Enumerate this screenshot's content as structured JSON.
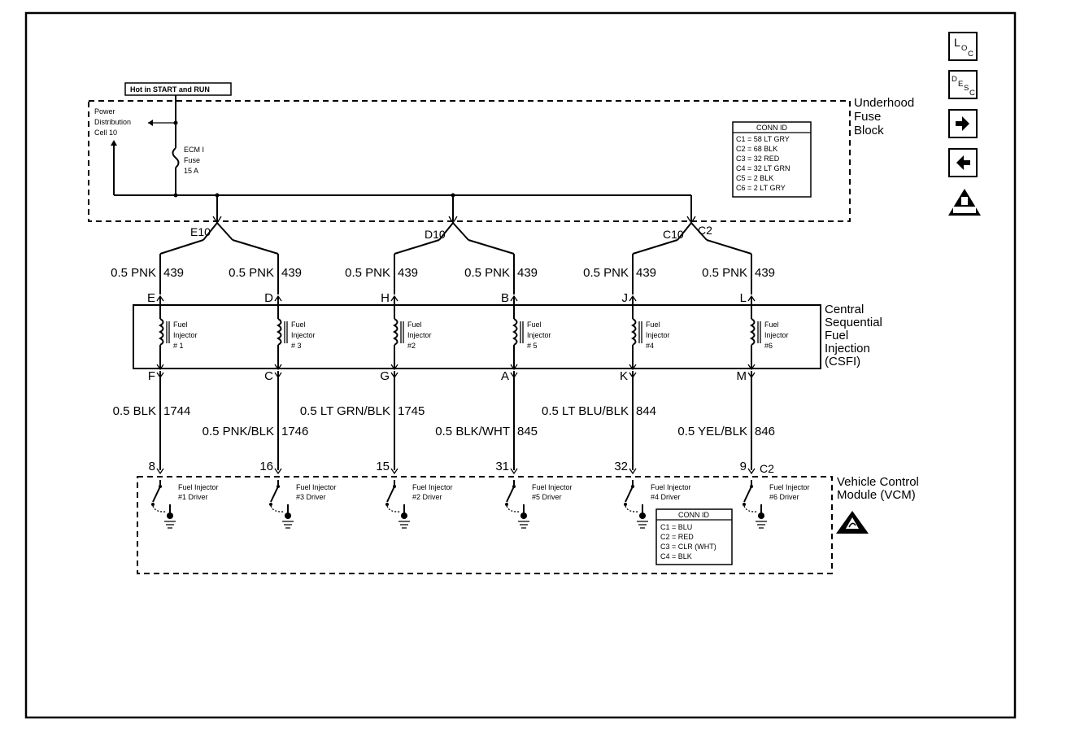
{
  "power": {
    "hot_label": "Hot in START and RUN",
    "distribution_lines": [
      "Power",
      "Distribution",
      "Cell 10"
    ],
    "fuse_lines": [
      "ECM I",
      "Fuse",
      "15 A"
    ]
  },
  "fuse_block": {
    "name_lines": [
      "Underhood",
      "Fuse",
      "Block"
    ],
    "conn_title": "CONN ID",
    "conn_rows": [
      "C1 = 58 LT GRY",
      "C2 = 68 BLK",
      "C3 = 32 RED",
      "C4 = 32 LT GRN",
      "C5 = 2 BLK",
      "C6 = 2 LT GRY"
    ],
    "connectors": [
      "E10",
      "D10",
      "C10",
      "C2"
    ]
  },
  "csfi": {
    "name_lines": [
      "Central",
      "Sequential",
      "Fuel",
      "Injection",
      "(CSFI)"
    ]
  },
  "vcm": {
    "name_lines": [
      "Vehicle Control",
      "Module (VCM)"
    ],
    "conn_title": "CONN ID",
    "conn_rows": [
      "C1 = BLU",
      "C2 = RED",
      "C3 = CLR (WHT)",
      "C4 = BLK"
    ],
    "conn_label": "C2"
  },
  "circuits": [
    {
      "top_pin": "E",
      "top_wire": "0.5 PNK",
      "top_circuit": "439",
      "injector": [
        "Fuel",
        "Injector",
        "# 1"
      ],
      "bottom_pin": "F",
      "bottom_wire": "0.5 BLK",
      "bottom_circuit": "1744",
      "vcm_pin": "8",
      "driver": [
        "Fuel Injector",
        "#1 Driver"
      ]
    },
    {
      "top_pin": "D",
      "top_wire": "0.5 PNK",
      "top_circuit": "439",
      "injector": [
        "Fuel",
        "Injector",
        "# 3"
      ],
      "bottom_pin": "C",
      "bottom_wire": "0.5 PNK/BLK",
      "bottom_circuit": "1746",
      "vcm_pin": "16",
      "driver": [
        "Fuel Injector",
        "#3 Driver"
      ]
    },
    {
      "top_pin": "H",
      "top_wire": "0.5 PNK",
      "top_circuit": "439",
      "injector": [
        "Fuel",
        "Injector",
        "#2"
      ],
      "bottom_pin": "G",
      "bottom_wire": "0.5 LT GRN/BLK",
      "bottom_circuit": "1745",
      "vcm_pin": "15",
      "driver": [
        "Fuel Injector",
        "#2 Driver"
      ]
    },
    {
      "top_pin": "B",
      "top_wire": "0.5 PNK",
      "top_circuit": "439",
      "injector": [
        "Fuel",
        "Injector",
        "# 5"
      ],
      "bottom_pin": "A",
      "bottom_wire": "0.5 BLK/WHT",
      "bottom_circuit": "845",
      "vcm_pin": "31",
      "driver": [
        "Fuel Injector",
        "#5 Driver"
      ]
    },
    {
      "top_pin": "J",
      "top_wire": "0.5 PNK",
      "top_circuit": "439",
      "injector": [
        "Fuel",
        "Injector",
        "#4"
      ],
      "bottom_pin": "K",
      "bottom_wire": "0.5 LT BLU/BLK",
      "bottom_circuit": "844",
      "vcm_pin": "32",
      "driver": [
        "Fuel Injector",
        "#4 Driver"
      ]
    },
    {
      "top_pin": "L",
      "top_wire": "0.5 PNK",
      "top_circuit": "439",
      "injector": [
        "Fuel",
        "Injector",
        "#6"
      ],
      "bottom_pin": "M",
      "bottom_wire": "0.5 YEL/BLK",
      "bottom_circuit": "846",
      "vcm_pin": "9",
      "driver": [
        "Fuel Injector",
        "#6 Driver"
      ]
    }
  ],
  "nav": {
    "loc": {
      "big": "L",
      "small": "O",
      "sub": "C"
    },
    "desc": {
      "big": "D",
      "small": "E",
      "mid": "S",
      "sub": "C"
    },
    "forward_icon": "arrow-right-icon",
    "back_icon": "arrow-left-icon",
    "warning_icon": "esd-warning-icon"
  }
}
